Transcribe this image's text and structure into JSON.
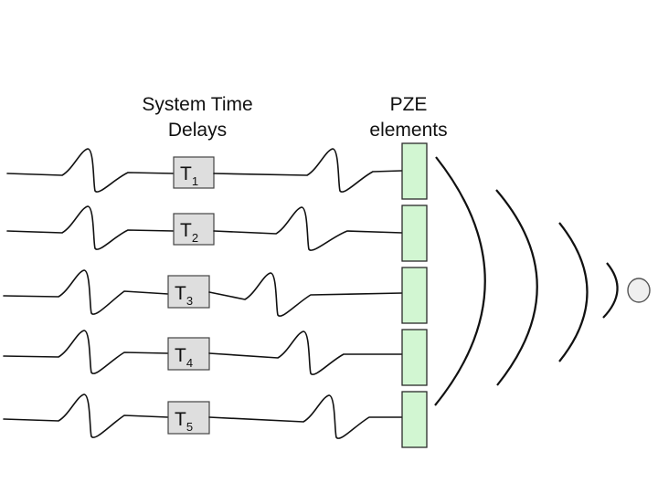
{
  "headings": {
    "delays": [
      "System Time",
      "Delays"
    ],
    "pze": [
      "PZE",
      "elements"
    ]
  },
  "delays": [
    {
      "symbol": "T",
      "index": "1"
    },
    {
      "symbol": "T",
      "index": "2"
    },
    {
      "symbol": "T",
      "index": "3"
    },
    {
      "symbol": "T",
      "index": "4"
    },
    {
      "symbol": "T",
      "index": "5"
    }
  ],
  "colors": {
    "delay_box": "#dedede",
    "pze_element": "#d2f6d2",
    "line": "#111111"
  }
}
